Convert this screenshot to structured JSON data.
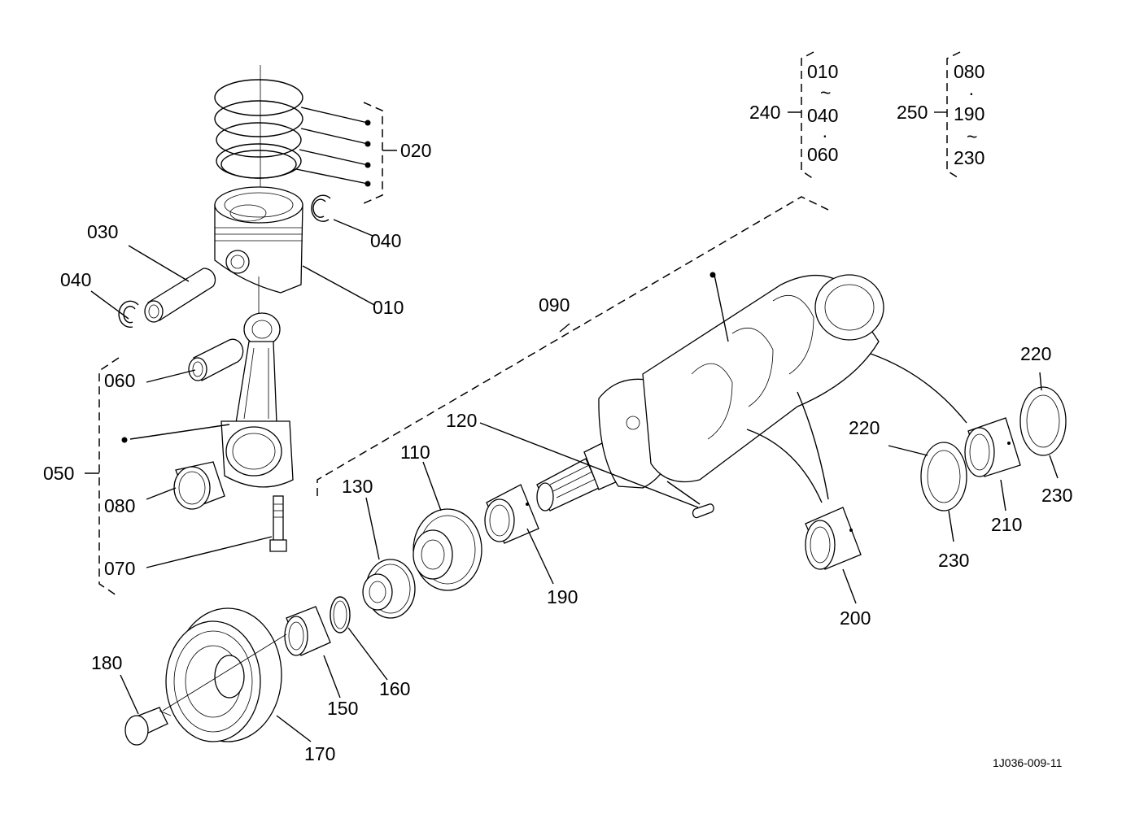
{
  "labels": {
    "p010": "010",
    "p020": "020",
    "p030": "030",
    "p040a": "040",
    "p040b": "040",
    "p050": "050",
    "p060": "060",
    "p070": "070",
    "p080": "080",
    "p090": "090",
    "p110": "110",
    "p120": "120",
    "p130": "130",
    "p150": "150",
    "p160": "160",
    "p170": "170",
    "p180": "180",
    "p190": "190",
    "p200": "200",
    "p210": "210",
    "p220a": "220",
    "p220b": "220",
    "p230a": "230",
    "p230b": "230",
    "p240": "240",
    "p250": "250"
  },
  "set_240": {
    "first": "010",
    "sep1": "~",
    "second": "040",
    "sep2": "·",
    "third": "060"
  },
  "set_250": {
    "first": "080",
    "sep1": "·",
    "second": "190",
    "sep2": "~",
    "third": "230"
  },
  "drawing_code": "1J036-009-11"
}
